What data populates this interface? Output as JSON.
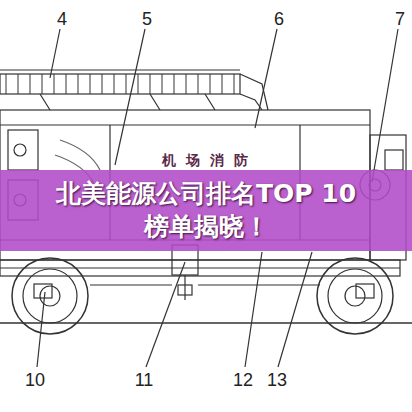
{
  "diagram": {
    "nodes": [
      {
        "text": [
          "北美能源公司排名TOP 10榜单揭晓！"
        ]
      }
    ],
    "edges": [],
    "labels": [
      "4",
      "5",
      "6",
      "7",
      "机场消防",
      "10",
      "11",
      "12",
      "13"
    ]
  }
}
